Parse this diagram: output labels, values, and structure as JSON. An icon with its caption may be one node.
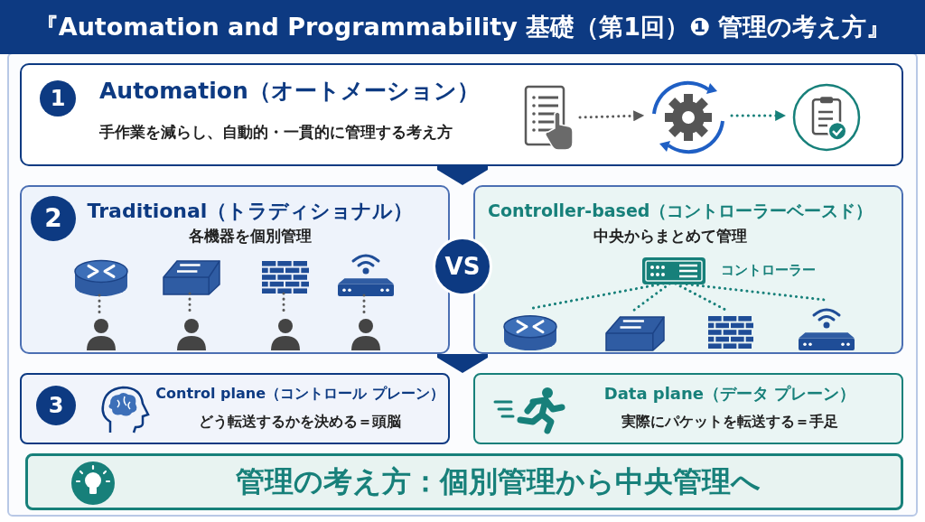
{
  "diagram": {
    "title": "『Automation and Programmability 基礎（第1回）❶ 管理の考え方』",
    "nodes": [
      {
        "text": [
          "Automation（オートメーション）",
          "手作業を減らし、自動的・一貫的に管理する考え方"
        ]
      },
      {
        "text": [
          "1"
        ],
        "in": 0
      },
      {
        "text": [],
        "shape": "picture",
        "in": 0
      },
      {
        "text": [],
        "shape": "picture",
        "in": 0
      },
      {
        "text": [],
        "shape": "picture",
        "in": 0
      },
      {
        "text": [
          "Traditional（トラディショナル）",
          "各機器を個別管理"
        ]
      },
      {
        "text": [
          "2"
        ],
        "in": 5
      },
      {
        "text": [],
        "shape": "picture",
        "in": 5
      },
      {
        "text": [],
        "shape": "picture",
        "in": 5
      },
      {
        "text": [],
        "shape": "picture",
        "in": 5
      },
      {
        "text": [],
        "shape": "picture",
        "in": 5
      },
      {
        "text": [],
        "shape": "person",
        "in": 5
      },
      {
        "text": [],
        "shape": "person",
        "in": 5
      },
      {
        "text": [],
        "shape": "person",
        "in": 5
      },
      {
        "text": [],
        "shape": "person",
        "in": 5
      },
      {
        "text": [
          "VS"
        ]
      },
      {
        "text": [
          "Controller-based（コントローラーベースド）",
          "中央からまとめて管理"
        ]
      },
      {
        "text": [],
        "shape": "picture",
        "in": 16,
        "beside": [
          "コントローラー"
        ]
      },
      {
        "text": [],
        "shape": "picture",
        "in": 16
      },
      {
        "text": [],
        "shape": "picture",
        "in": 16
      },
      {
        "text": [],
        "shape": "picture",
        "in": 16
      },
      {
        "text": [],
        "shape": "picture",
        "in": 16
      },
      {
        "text": [
          "Control plane（コントロール プレーン）",
          "どう転送するかを決める＝頭脳"
        ]
      },
      {
        "text": [
          "3"
        ],
        "in": 22
      },
      {
        "text": [
          "Data plane（データ プレーン）",
          "実際にパケットを転送する＝手足"
        ]
      },
      {
        "text": [
          "管理の考え方：個別管理から中央管理へ"
        ]
      }
    ],
    "edges": [
      {
        "from": 2,
        "to": 3,
        "arrow": "to",
        "style": "dashed"
      },
      {
        "from": 3,
        "to": 4,
        "arrow": "to",
        "style": "dashed",
        "color": "#17807a"
      },
      {
        "from": 7,
        "to": 11,
        "arrow": "none",
        "style": "dashed"
      },
      {
        "from": 8,
        "to": 12,
        "arrow": "none",
        "style": "dashed"
      },
      {
        "from": 9,
        "to": 13,
        "arrow": "none",
        "style": "dashed"
      },
      {
        "from": 10,
        "to": 14,
        "arrow": "none",
        "style": "dashed"
      },
      {
        "from": 17,
        "to": 18,
        "arrow": "none",
        "style": "dashed",
        "color": "#17807a"
      },
      {
        "from": 17,
        "to": 19,
        "arrow": "none",
        "style": "dashed",
        "color": "#17807a"
      },
      {
        "from": 17,
        "to": 20,
        "arrow": "none",
        "style": "dashed",
        "color": "#17807a"
      },
      {
        "from": 17,
        "to": 21,
        "arrow": "none",
        "style": "dashed",
        "color": "#17807a"
      },
      {
        "from": 0,
        "to": 5,
        "arrow": "to",
        "style": "thick",
        "color": "#0d3a82"
      },
      {
        "from": 0,
        "to": 16,
        "arrow": "to",
        "style": "thick",
        "color": "#0d3a82"
      },
      {
        "from": 5,
        "to": 22,
        "arrow": "to",
        "style": "thick",
        "color": "#0d3a82"
      },
      {
        "from": 16,
        "to": 24,
        "arrow": "to",
        "style": "thick",
        "color": "#0d3a82"
      }
    ]
  }
}
